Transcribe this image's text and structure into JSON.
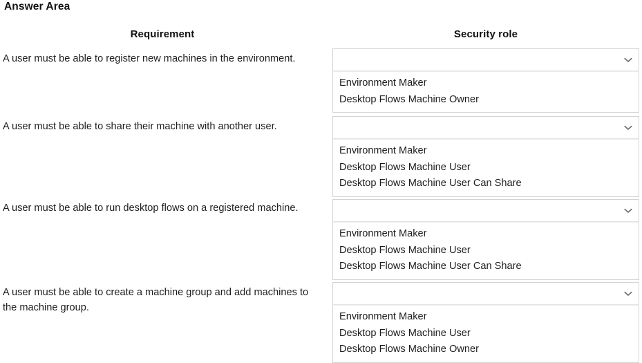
{
  "page": {
    "title": "Answer Area"
  },
  "headers": {
    "requirement": "Requirement",
    "security_role": "Security role"
  },
  "icons": {
    "chevron_down": "chevron-down-icon"
  },
  "colors": {
    "text": "#1d1d1d",
    "border": "#d4d4d4",
    "background": "#ffffff",
    "chevron": "#6b6b6b"
  },
  "rows": [
    {
      "requirement": "A user must be able to register new machines in the environment.",
      "select": {
        "value": "",
        "placeholder": "",
        "options": [
          "Environment Maker",
          "Desktop Flows Machine Owner"
        ]
      }
    },
    {
      "requirement": "A user must be able to share their machine with another user.",
      "select": {
        "value": "",
        "placeholder": "",
        "options": [
          "Environment Maker",
          "Desktop Flows Machine User",
          "Desktop Flows Machine User Can Share"
        ]
      }
    },
    {
      "requirement": "A user must be able to run desktop flows on a registered machine.",
      "select": {
        "value": "",
        "placeholder": "",
        "options": [
          "Environment Maker",
          "Desktop Flows Machine User",
          "Desktop Flows Machine User Can Share"
        ]
      }
    },
    {
      "requirement": "A user must be able to create a machine group and add machines to the machine group.",
      "select": {
        "value": "",
        "placeholder": "",
        "options": [
          "Environment Maker",
          "Desktop Flows Machine User",
          "Desktop Flows Machine Owner"
        ]
      }
    }
  ]
}
